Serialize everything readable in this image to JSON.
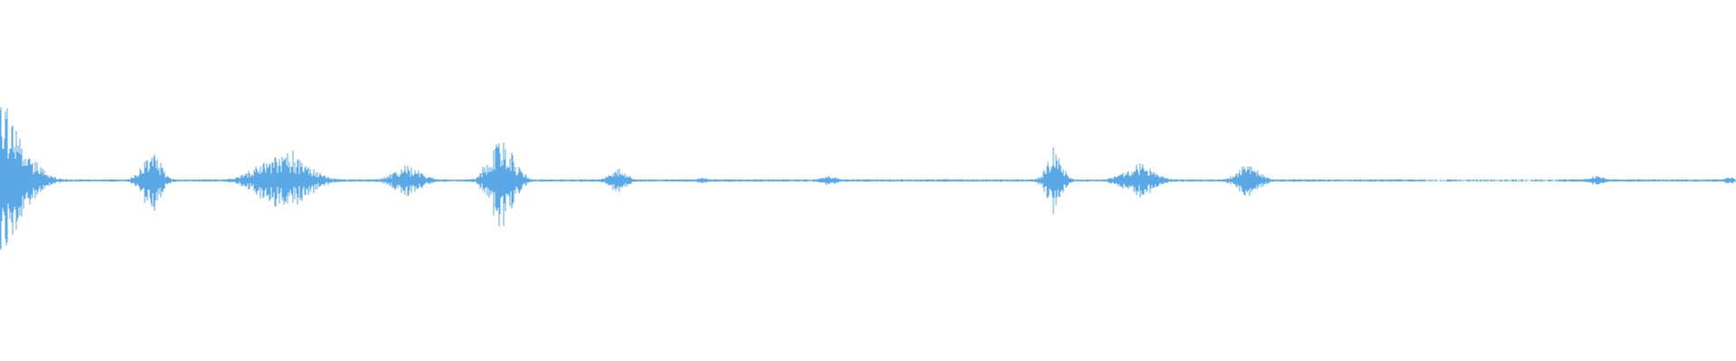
{
  "waveform": {
    "color": "#5aa9e6",
    "background": "#ffffff",
    "bursts": [
      {
        "t": 0.0,
        "w": 0.03,
        "amp": 0.52,
        "density": 1.0
      },
      {
        "t": 0.088,
        "w": 0.012,
        "amp": 0.24,
        "density": 0.7
      },
      {
        "t": 0.165,
        "w": 0.03,
        "amp": 0.2,
        "density": 0.9
      },
      {
        "t": 0.236,
        "w": 0.018,
        "amp": 0.11,
        "density": 0.8
      },
      {
        "t": 0.29,
        "w": 0.015,
        "amp": 0.33,
        "density": 0.9
      },
      {
        "t": 0.356,
        "w": 0.012,
        "amp": 0.1,
        "density": 0.7
      },
      {
        "t": 0.405,
        "w": 0.008,
        "amp": 0.03,
        "density": 0.5
      },
      {
        "t": 0.478,
        "w": 0.01,
        "amp": 0.05,
        "density": 0.5
      },
      {
        "t": 0.545,
        "w": 0.01,
        "amp": 0.02,
        "density": 0.4
      },
      {
        "t": 0.608,
        "w": 0.01,
        "amp": 0.22,
        "density": 0.9
      },
      {
        "t": 0.657,
        "w": 0.02,
        "amp": 0.12,
        "density": 0.8
      },
      {
        "t": 0.72,
        "w": 0.015,
        "amp": 0.12,
        "density": 0.8
      },
      {
        "t": 0.92,
        "w": 0.01,
        "amp": 0.05,
        "density": 0.6
      },
      {
        "t": 0.997,
        "w": 0.006,
        "amp": 0.04,
        "density": 0.6
      }
    ]
  }
}
